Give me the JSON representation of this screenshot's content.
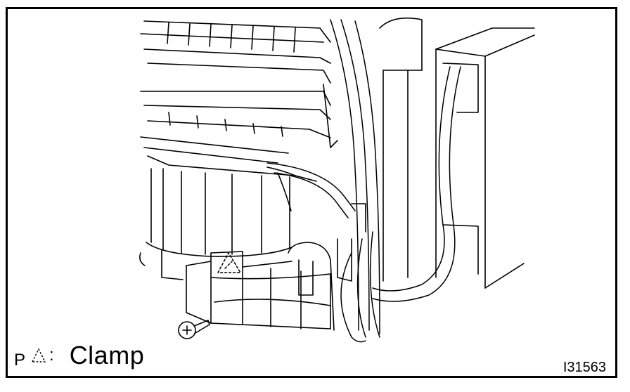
{
  "legend": {
    "prefix": "P",
    "symbol_icon": "dashed-triangle-icon",
    "separator": ":",
    "label": "Clamp"
  },
  "figure_id": "I31563",
  "colors": {
    "line": "#000000",
    "background": "#ffffff"
  }
}
